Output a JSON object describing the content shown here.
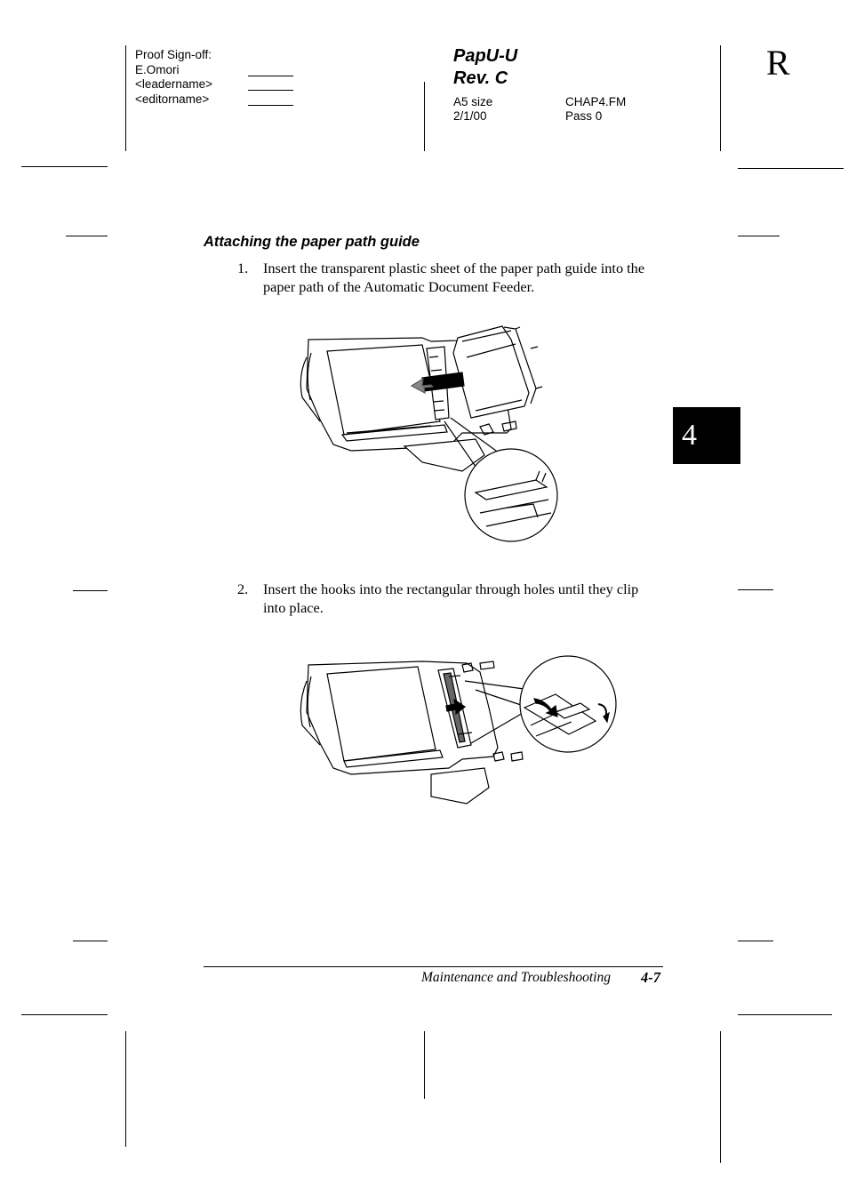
{
  "proof": {
    "lines": [
      "Proof Sign-off:",
      "E.Omori",
      "<leadername>",
      "<editorname>"
    ]
  },
  "header": {
    "title_line1": "PapU-U",
    "title_line2": "Rev. C",
    "size": "A5 size",
    "file": "CHAP4.FM",
    "date": "2/1/00",
    "pass": "Pass 0"
  },
  "revision_mark": "R",
  "chapter_tab": "4",
  "section": {
    "heading": "Attaching the paper path guide",
    "steps": [
      {
        "num": "1.",
        "text": "Insert the transparent plastic sheet of the paper path guide into the paper path of the Automatic Document Feeder."
      },
      {
        "num": "2.",
        "text": "Insert the hooks into the rectangular through holes until they clip into place."
      }
    ]
  },
  "footer": {
    "chapter_title": "Maintenance and Troubleshooting",
    "page": "4-7"
  }
}
